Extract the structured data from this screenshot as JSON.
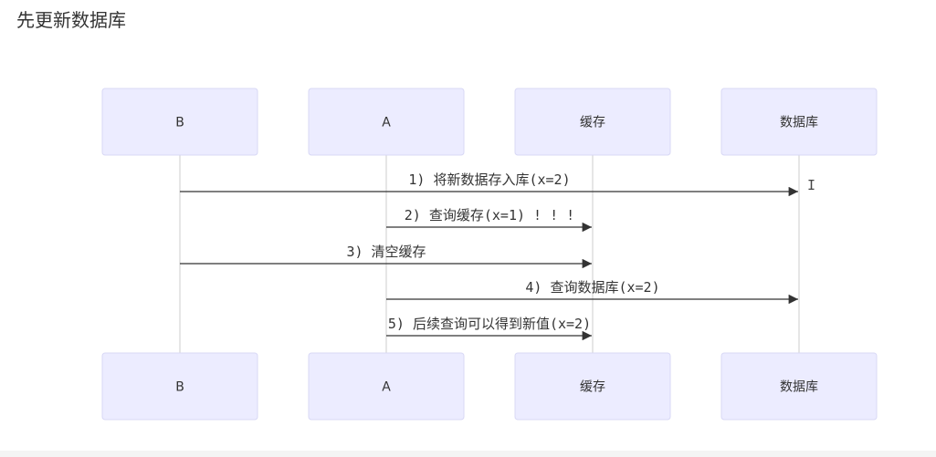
{
  "title": "先更新数据库",
  "participants": [
    {
      "id": "B",
      "label": "B"
    },
    {
      "id": "A",
      "label": "A"
    },
    {
      "id": "cache",
      "label": "缓存"
    },
    {
      "id": "db",
      "label": "数据库"
    }
  ],
  "messages": [
    {
      "from": "B",
      "to": "db",
      "label": "1) 将新数据存入库(x=2)"
    },
    {
      "from": "A",
      "to": "cache",
      "label": "2) 查询缓存(x=1) ! ! !"
    },
    {
      "from": "B",
      "to": "cache",
      "label": "3) 清空缓存"
    },
    {
      "from": "A",
      "to": "db",
      "label": "4) 查询数据库(x=2)"
    },
    {
      "from": "A",
      "to": "cache",
      "label": "5) 后续查询可以得到新值(x=2)"
    }
  ],
  "colors": {
    "actor_fill": "#ececff",
    "actor_stroke": "#d8d8f5",
    "line": "#333333"
  },
  "cursor_glyph": "I"
}
